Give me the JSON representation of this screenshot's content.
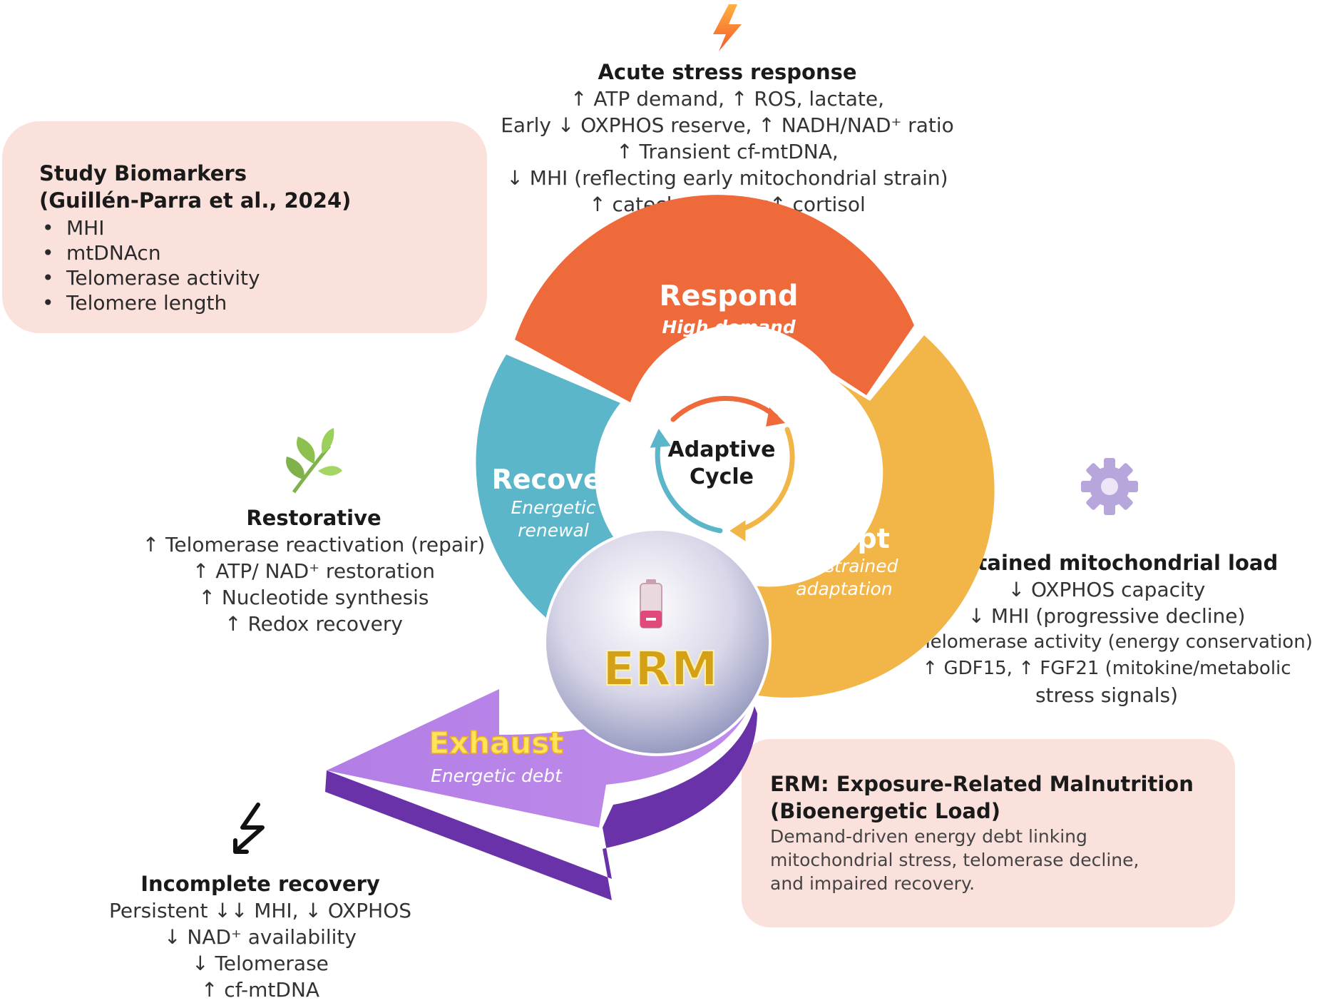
{
  "biomarkers": {
    "title_line1": "Study Biomarkers",
    "title_line2": "(Guillén-Parra et al., 2024)",
    "items": [
      "MHI",
      "mtDNAcn",
      "Telomerase activity",
      "Telomere length"
    ]
  },
  "acute": {
    "title": "Acute stress response",
    "lines": [
      "↑ ATP demand, ↑ ROS, lactate,",
      "Early ↓ OXPHOS reserve, ↑ NADH/NAD⁺ ratio",
      "↑ Transient cf-mtDNA,",
      "↓ MHI (reflecting early mitochondrial strain)",
      "↑ catecholamines↑ cortisol"
    ]
  },
  "restorative": {
    "title": "Restorative",
    "lines": [
      "↑ Telomerase reactivation (repair)",
      "↑ ATP/ NAD⁺ restoration",
      "↑ Nucleotide synthesis",
      "↑ Redox recovery"
    ]
  },
  "sustained": {
    "title": "Sustained mitochondrial load",
    "lines": [
      "↓ OXPHOS capacity",
      "↓ MHI (progressive decline)",
      "↓ Telomerase activity (energy conservation)",
      "↑ GDF15, ↑ FGF21 (mitokine/metabolic",
      "stress signals)"
    ]
  },
  "incomplete": {
    "title": "Incomplete recovery",
    "lines": [
      "Persistent ↓↓ MHI, ↓ OXPHOS",
      "↓ NAD⁺ availability",
      "↓ Telomerase",
      "↑ cf-mtDNA"
    ]
  },
  "erm_box": {
    "title_line1": "ERM: Exposure-Related Malnutrition",
    "title_line2": "(Bioenergetic Load)",
    "lines": [
      "Demand-driven energy debt linking",
      "mitochondrial stress, telomerase decline,",
      "and impaired recovery."
    ]
  },
  "cycle": {
    "center_line1": "Adaptive",
    "center_line2": "Cycle",
    "respond": {
      "label": "Respond",
      "sub": "High demand"
    },
    "adapt": {
      "label": "Adapt",
      "sub_line1": "Constrained",
      "sub_line2": "adaptation"
    },
    "recover": {
      "label": "Recover",
      "sub_line1": "Energetic",
      "sub_line2": "renewal"
    },
    "exhaust": {
      "label": "Exhaust",
      "sub": "Energetic debt"
    },
    "erm": "ERM"
  },
  "colors": {
    "respond": "#ef6a3a",
    "adapt": "#f2b548",
    "recover": "#5cb6c9",
    "exhaust": "#a66ad8",
    "box": "#fbe1dc"
  },
  "icons": [
    "lightning-icon",
    "leaf-icon",
    "gear-icon",
    "broken-lightning-icon",
    "battery-icon"
  ]
}
